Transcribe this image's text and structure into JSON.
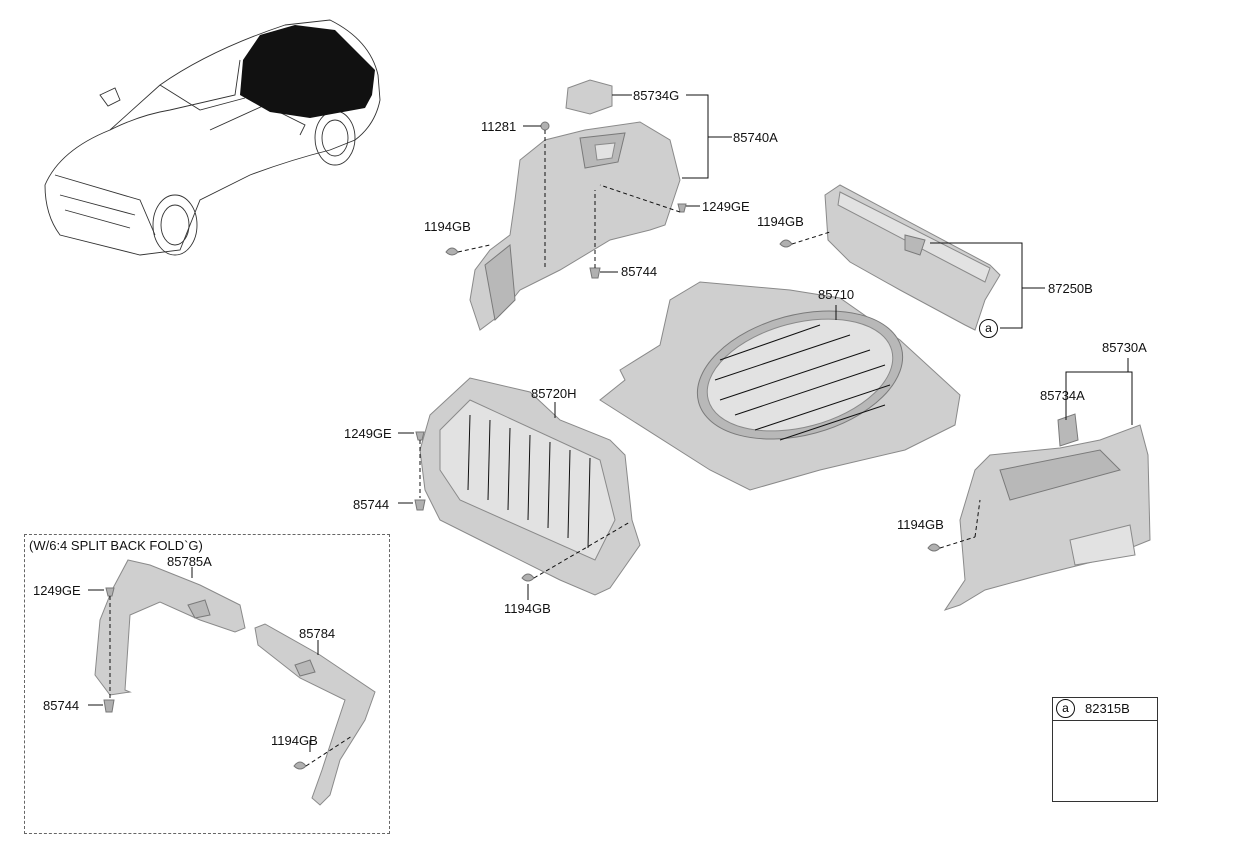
{
  "note_label": "(W/6:4 SPLIT BACK FOLD`G)",
  "callout_letter": "a",
  "parts": {
    "p85734G": "85734G",
    "p11281": "11281",
    "p85740A": "85740A",
    "p1249GE_top": "1249GE",
    "p1194GB_left": "1194GB",
    "p85744_top": "85744",
    "p1194GB_right": "1194GB",
    "p87250B": "87250B",
    "p85710": "85710",
    "p85730A": "85730A",
    "p85734A": "85734A",
    "p85720H": "85720H",
    "p1249GE_mid": "1249GE",
    "p85744_mid": "85744",
    "p1194GB_mid": "1194GB",
    "p1194GB_rt": "1194GB",
    "p85785A": "85785A",
    "p1249GE_inset": "1249GE",
    "p85784": "85784",
    "p85744_inset": "85744",
    "p1194GB_inset": "1194GB",
    "p82315B": "82315B"
  }
}
